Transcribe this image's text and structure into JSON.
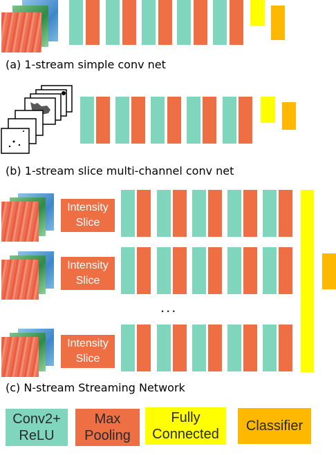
{
  "captions": {
    "a": "(a) 1-stream simple conv net",
    "b": "(b) 1-stream slice multi-channel conv net",
    "c": "(c) N-stream Streaming Network"
  },
  "slice_label": {
    "line1": "Intensity",
    "line2": "Slice"
  },
  "ellipsis": "...",
  "legend": {
    "conv": {
      "line1": "Conv2+",
      "line2": "ReLU",
      "color": "#7fd6bd"
    },
    "pool": {
      "line1": "Max",
      "line2": "Pooling",
      "color": "#ef6f45"
    },
    "fc": {
      "line1": "Fully",
      "line2": "Connected",
      "color": "#ffff00"
    },
    "classifier": {
      "line1": "Classifier",
      "color": "#ffb800"
    }
  },
  "colors": {
    "conv": "#7fd6bd",
    "pool": "#ef6f45",
    "fc": "#ffff00",
    "classifier": "#ffb800",
    "image_red": "#e8624a",
    "image_green": "#3f9a55",
    "image_blue": "#5fa3d6"
  }
}
